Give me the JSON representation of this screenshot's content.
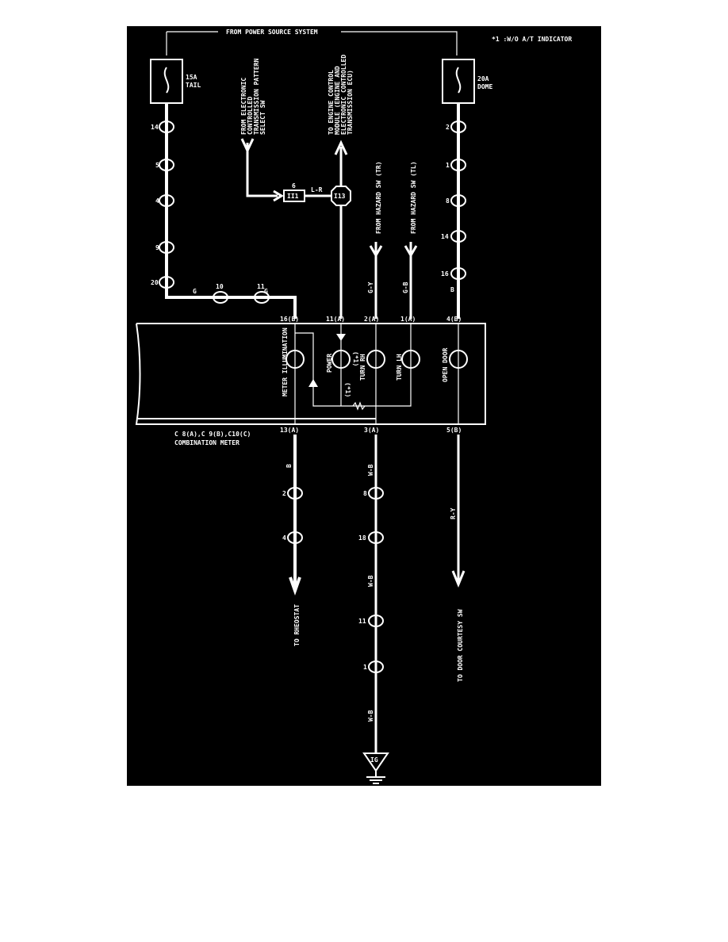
{
  "header": {
    "source": "FROM POWER SOURCE SYSTEM",
    "note": "*1 :W/O A/T INDICATOR"
  },
  "fuses": {
    "left": {
      "amp": "15A",
      "name": "TAIL"
    },
    "right": {
      "amp": "20A",
      "name": "DOME"
    }
  },
  "inputs": {
    "ect": [
      "FROM ELECTRONIC",
      "CONTROLLED",
      "TRANSMISSION PATTERN",
      "SELECT SW"
    ],
    "ecu": [
      "TO ENGINE CONTROL",
      "MODULE (ENGINE AND",
      "ELECTRONIC CONTROLLED",
      "TRANSMISSION ECU)"
    ],
    "hazard_tr": "FROM HAZARD SW (TR)",
    "hazard_tl": "FROM HAZARD SW (TL)"
  },
  "junction": {
    "pin": "6",
    "conn": "II1",
    "octagon": "I13"
  },
  "wires": {
    "g": "G",
    "lr": "L-R",
    "gy": "G-Y",
    "gb": "G-B",
    "b": "B",
    "wb": "W-B",
    "ry": "R-Y"
  },
  "meter": {
    "title": "COMBINATION METER",
    "connectors": "C 8(A),C 9(B),C10(C)",
    "lamps": [
      "METER ILLUMINATION",
      "POWER",
      "TURN RH",
      "TURN LH",
      "OPEN DOOR"
    ],
    "note1": "(*1)",
    "note2": "(*1)",
    "pins_top": [
      "16(B)",
      "11(A)",
      "2(A)",
      "1(A)",
      "4(B)"
    ],
    "pins_bottom": [
      "13(A)",
      "3(A)",
      "5(B)"
    ]
  },
  "left_chain": [
    "14",
    "5",
    "4",
    "9",
    "20"
  ],
  "right_chain": [
    "2",
    "1",
    "8",
    "14",
    "16"
  ],
  "mid_chain": [
    "10",
    "11"
  ],
  "rheo_chain": [
    "2",
    "4"
  ],
  "gnd_chain": [
    "8",
    "18",
    "11",
    "1"
  ],
  "outputs": {
    "rheostat": "TO RHEOSTAT",
    "courtesy": "TO DOOR COURTESY SW",
    "ground": "IG"
  }
}
